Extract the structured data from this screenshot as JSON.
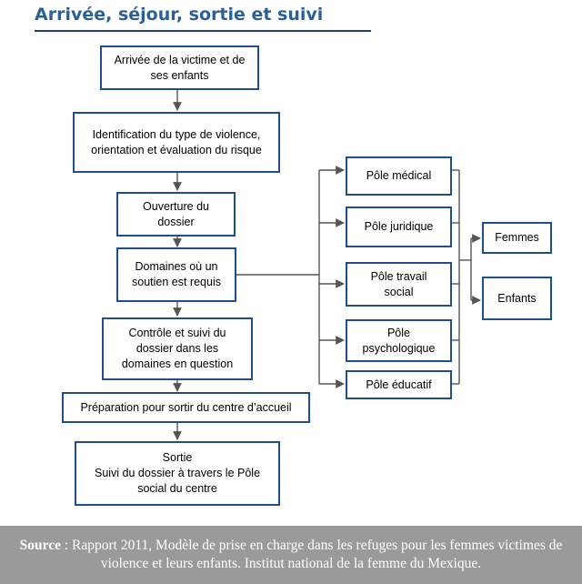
{
  "title": "Arrivée, séjour, sortie et suivi",
  "boxes": {
    "arrivee": "Arrivée de la victime et de\nses enfants",
    "identification": "Identification du type de violence,\norientation et évaluation du risque",
    "ouverture": "Ouverture du\ndossier",
    "domaines": "Domaines où un\nsoutien est requis",
    "controle": "Contrôle et suivi du\ndossier dans les\ndomaines en question",
    "preparation": "Préparation pour sortir du centre d’accueil",
    "sortie": "Sortie\nSuivi du dossier à travers le Pôle\nsocial du centre",
    "pole_medical": "Pôle médical",
    "pole_juridique": "Pôle juridique",
    "pole_travail": "Pôle travail\nsocial",
    "pole_psychologique": "Pôle\npsychologique",
    "pole_educatif": "Pôle éducatif",
    "femmes": "Femmes",
    "enfants": "Enfants"
  },
  "source": {
    "label": "Source",
    "text": " : Rapport 2011, Modèle de prise en charge dans les refuges pour les femmes victimes de violence et leurs enfants. Institut national de la femme du Mexique."
  },
  "colors": {
    "title": "#2a6099",
    "box_border": "#1f4e8c",
    "connector": "#555555",
    "source_bg": "#9a9a9a"
  }
}
